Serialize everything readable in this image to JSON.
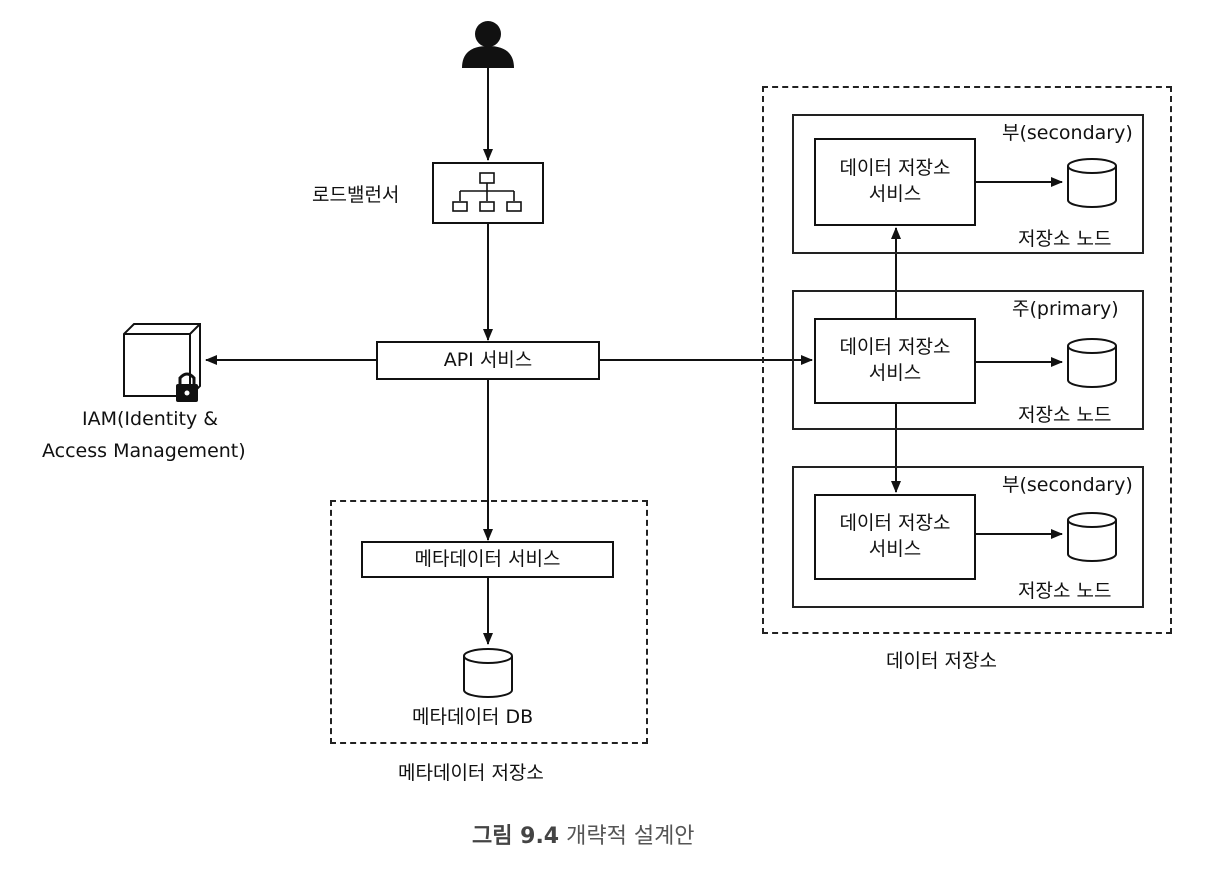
{
  "labels": {
    "load_balancer": "로드밸런서",
    "api_service": "API 서비스",
    "iam_line1": "IAM(Identity &",
    "iam_line2": "Access Management)",
    "metadata_service": "메타데이터 서비스",
    "metadata_db": "메타데이터 DB",
    "metadata_store": "메타데이터 저장소",
    "data_store": "데이터 저장소"
  },
  "replicas": [
    {
      "role": "부(secondary)",
      "service_line1": "데이터 저장소",
      "service_line2": "서비스",
      "node": "저장소 노드"
    },
    {
      "role": "주(primary)",
      "service_line1": "데이터 저장소",
      "service_line2": "서비스",
      "node": "저장소 노드"
    },
    {
      "role": "부(secondary)",
      "service_line1": "데이터 저장소",
      "service_line2": "서비스",
      "node": "저장소 노드"
    }
  ],
  "caption": {
    "prefix": "그림 9.4",
    "text": " 개략적 설계안"
  },
  "colors": {
    "line": "#111111",
    "caption": "#555555"
  },
  "icons": [
    "user-icon",
    "load-balancer-icon",
    "iam-lock-box-icon",
    "database-icon"
  ]
}
